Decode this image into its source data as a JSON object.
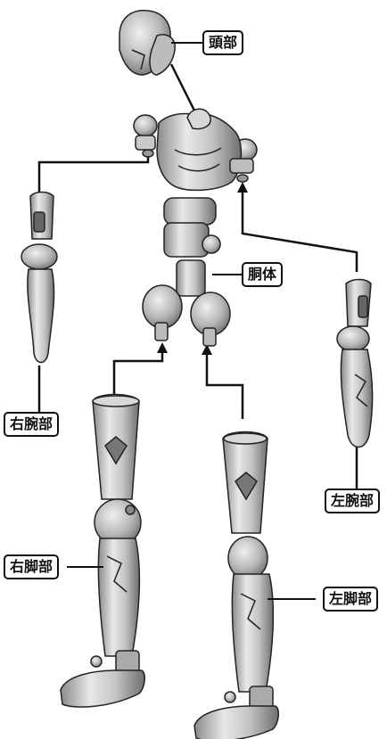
{
  "labels": {
    "head": "頭部",
    "torso": "胴体",
    "right_arm": "右腕部",
    "left_arm": "左腕部",
    "right_leg": "右脚部",
    "left_leg": "左脚部"
  },
  "colors": {
    "part_light": "#e4e4e4",
    "part_mid": "#b8b8b8",
    "part_dark": "#7a7a7a",
    "outline": "#222222",
    "line": "#111111"
  }
}
